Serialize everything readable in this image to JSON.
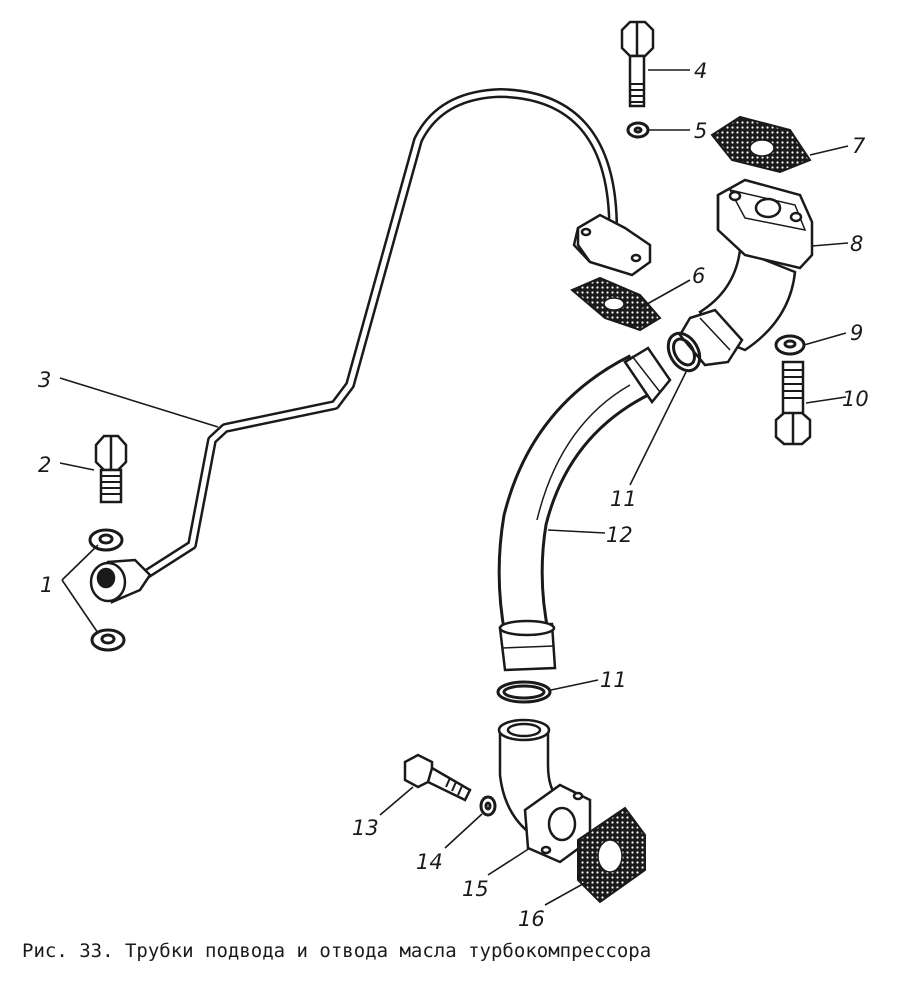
{
  "caption": "Рис. 33. Трубки подвода и отвода масла турбокомпрессора",
  "labels": {
    "l1": "1",
    "l2": "2",
    "l3": "3",
    "l4": "4",
    "l5": "5",
    "l6": "6",
    "l7": "7",
    "l8": "8",
    "l9": "9",
    "l10": "10",
    "l11a": "11",
    "l11b": "11",
    "l12": "12",
    "l13": "13",
    "l14": "14",
    "l15": "15",
    "l16": "16"
  },
  "colors": {
    "ink": "#1a1a1a",
    "paper": "#ffffff"
  }
}
